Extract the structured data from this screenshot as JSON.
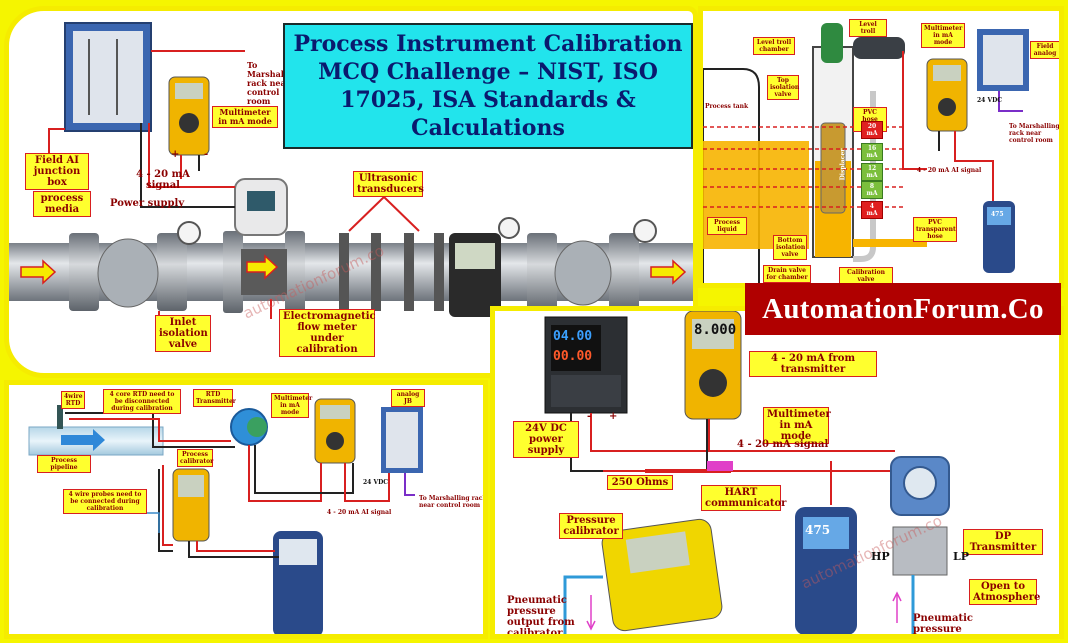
{
  "title": "Process Instrument Calibration MCQ Challenge – NIST, ISO 17025, ISA Standards & Calculations",
  "brand": "AutomationForum.Co",
  "watermark": "automationforum.co",
  "panel_flow": {
    "labels": {
      "field_ai_box": "Field AI junction box",
      "multimeter": "Multimeter in mA mode",
      "to_marshalling": "To Marshalling rack near control room",
      "signal": "4 - 20 mA signal",
      "power": "Power supply",
      "media": "process media",
      "ultrasonic": "Ultrasonic transducers",
      "inlet": "Inlet isolation valve",
      "emf": "Electromagnetic flow meter under calibration",
      "plus": "+",
      "minus": "-"
    }
  },
  "panel_level": {
    "labels": {
      "level_troll": "Level troll",
      "chamber": "Level troll chamber",
      "top_valve": "Top isolation valve",
      "multimeter": "Multimeter in mA mode",
      "field_analog": "Field analog",
      "supply": "24 VDC",
      "process_tank": "Process tank",
      "pvc_end": "PVC hose end",
      "displacer": "Displacer",
      "to_marshalling": "To Marshalling rack near control room",
      "signal": "4 - 20 mA AI signal",
      "process_liquid": "Process liquid",
      "bottom_valve": "Bottom isolation valve",
      "drain": "Drain valve for chamber",
      "calib_valve": "Calibration valve",
      "pvc_hose": "PVC transparent hose",
      "levels": [
        "20 mA",
        "16 mA",
        "12 mA",
        "8 mA",
        "4 mA"
      ],
      "hart_model": "475"
    }
  },
  "panel_rtd": {
    "labels": {
      "rtd": "4wire RTD",
      "core_rtd": "4 core RTD need to be disconnected during calibration",
      "rtd_tx": "RTD Transmitter",
      "multimeter": "Multimeter in mA mode",
      "analog_jb": "analog JB",
      "pipeline": "Process pipeline",
      "calibrator": "Process calibrator",
      "probes": "4 wire probes need to be connected during calibration",
      "supply": "24 VDC",
      "to_marshalling": "To Marshalling rack near control room",
      "signal": "4 - 20 mA AI signal"
    }
  },
  "panel_dp": {
    "labels": {
      "from_tx": "4 - 20 mA from transmitter",
      "psu": "24V DC power supply",
      "multimeter": "Multimeter in mA mode",
      "signal": "4 - 20 mA signal",
      "ohms": "250 Ohms",
      "hart": "HART communicator",
      "pressure_cal": "Pressure calibrator",
      "dp_tx": "DP Transmitter",
      "hp": "HP",
      "lp": "LP",
      "open_atm": "Open to Atmosphere",
      "pneumatic_out": "Pneumatic pressure output from calibrator",
      "pneumatic_in": "Pneumatic pressure input to transmitter",
      "psu_v": "04.00",
      "psu_a": "00.00",
      "meter_val": "8.000",
      "hart_model": "475",
      "plus": "+",
      "minus": "-"
    }
  },
  "colors": {
    "frame": "#f5ec00",
    "title_bg": "#22e4ec",
    "brand_bg": "#b00000",
    "label_bg": "#ffff2e",
    "label_border": "#d82020",
    "wire": "#d82020"
  }
}
